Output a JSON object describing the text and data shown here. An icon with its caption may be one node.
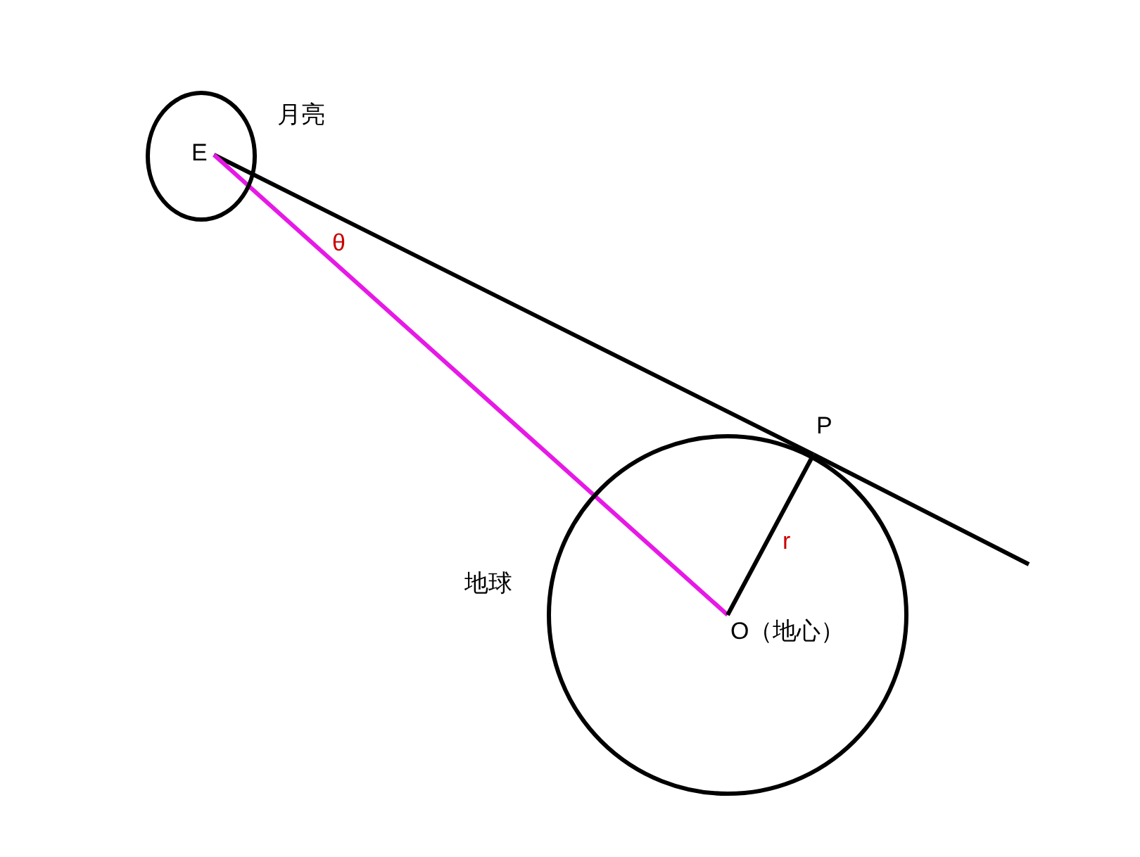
{
  "diagram": {
    "nodes": [
      {
        "text": [
          "月亮"
        ]
      },
      {
        "text": [
          "地球"
        ]
      },
      {
        "text": [
          "E"
        ],
        "in": 0
      },
      {
        "text": [
          "O（地心）"
        ],
        "in": 1
      },
      {
        "text": [
          "P"
        ]
      }
    ],
    "edges": [
      {
        "from": 2,
        "to": 4,
        "arrow": "none"
      },
      {
        "from": 2,
        "to": 3,
        "arrow": "none",
        "label": "θ",
        "color": "#e619e6"
      },
      {
        "from": 3,
        "to": 4,
        "arrow": "none",
        "label": "r"
      }
    ]
  }
}
